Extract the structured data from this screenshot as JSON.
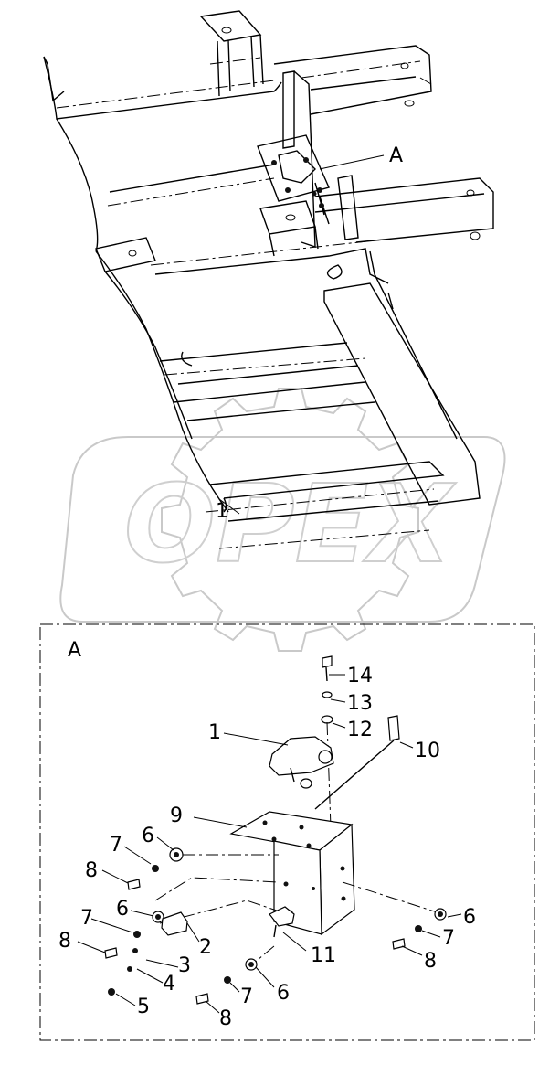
{
  "watermark": {
    "text": "OPEX"
  },
  "detail_frame": {
    "label": "A"
  },
  "callout_main": {
    "label": "A"
  },
  "frame_label": {
    "label": "1"
  },
  "part_labels": [
    {
      "id": "p1",
      "text": "1"
    },
    {
      "id": "p2",
      "text": "2"
    },
    {
      "id": "p3",
      "text": "3"
    },
    {
      "id": "p4",
      "text": "4"
    },
    {
      "id": "p5",
      "text": "5"
    },
    {
      "id": "p6a",
      "text": "6"
    },
    {
      "id": "p6b",
      "text": "6"
    },
    {
      "id": "p6c",
      "text": "6"
    },
    {
      "id": "p6d",
      "text": "6"
    },
    {
      "id": "p7a",
      "text": "7"
    },
    {
      "id": "p7b",
      "text": "7"
    },
    {
      "id": "p7c",
      "text": "7"
    },
    {
      "id": "p7d",
      "text": "7"
    },
    {
      "id": "p8a",
      "text": "8"
    },
    {
      "id": "p8b",
      "text": "8"
    },
    {
      "id": "p8c",
      "text": "8"
    },
    {
      "id": "p8d",
      "text": "8"
    },
    {
      "id": "p9",
      "text": "9"
    },
    {
      "id": "p10",
      "text": "10"
    },
    {
      "id": "p11",
      "text": "11"
    },
    {
      "id": "p12",
      "text": "12"
    },
    {
      "id": "p13",
      "text": "13"
    },
    {
      "id": "p14",
      "text": "14"
    }
  ]
}
